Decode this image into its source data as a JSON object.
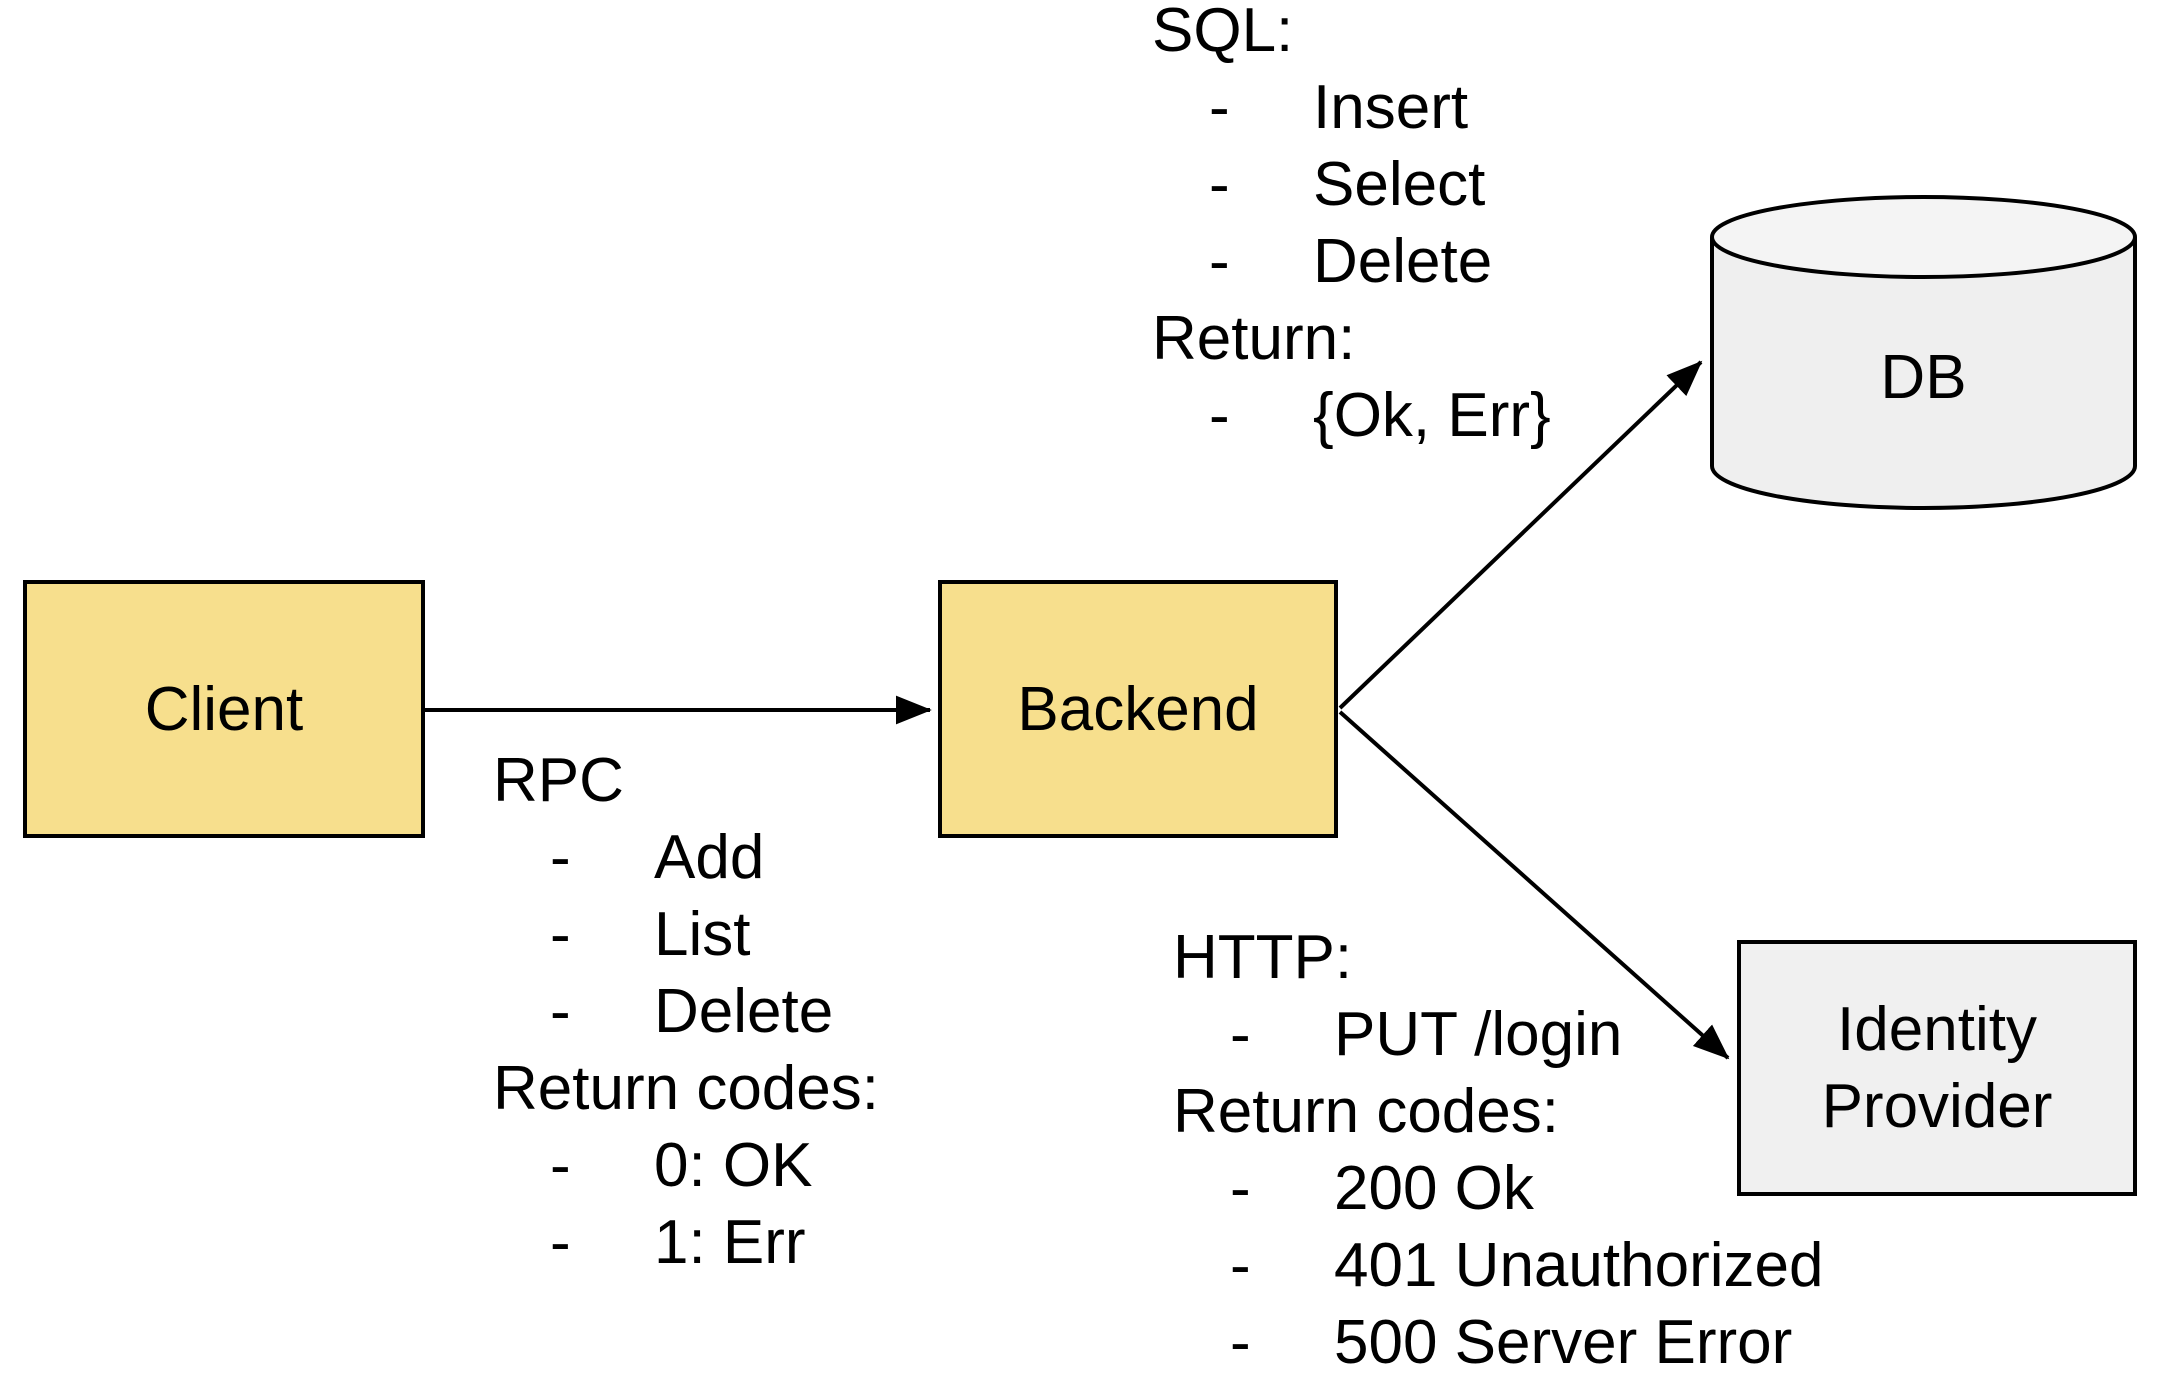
{
  "colors": {
    "node_fill_yellow": "#F7DF8D",
    "node_fill_gray": "#F0F0F0",
    "cylinder_body": "#EFEFEF",
    "cylinder_top": "#F4F4F4",
    "stroke": "#000000",
    "background": "#FFFFFF"
  },
  "nodes": {
    "client": {
      "label": "Client"
    },
    "backend": {
      "label": "Backend"
    },
    "db": {
      "label": "DB"
    },
    "identity_provider": {
      "label": "Identity Provider"
    }
  },
  "edges": [
    {
      "from": "client",
      "to": "backend",
      "annotation": "rpc"
    },
    {
      "from": "backend",
      "to": "db",
      "annotation": "sql"
    },
    {
      "from": "backend",
      "to": "identity_provider",
      "annotation": "http"
    }
  ],
  "annotations": {
    "rpc": {
      "lines": [
        {
          "marker": "",
          "text": "RPC"
        },
        {
          "marker": "-",
          "text": "Add"
        },
        {
          "marker": "-",
          "text": "List"
        },
        {
          "marker": "-",
          "text": "Delete"
        },
        {
          "marker": "",
          "text": "Return codes:"
        },
        {
          "marker": "-",
          "text": "0: OK"
        },
        {
          "marker": "-",
          "text": "1: Err"
        }
      ]
    },
    "sql": {
      "lines": [
        {
          "marker": "",
          "text": "SQL:"
        },
        {
          "marker": "-",
          "text": "Insert"
        },
        {
          "marker": "-",
          "text": "Select"
        },
        {
          "marker": "-",
          "text": "Delete"
        },
        {
          "marker": "",
          "text": "Return:"
        },
        {
          "marker": "-",
          "text": "{Ok, Err}"
        }
      ]
    },
    "http": {
      "lines": [
        {
          "marker": "",
          "text": "HTTP:"
        },
        {
          "marker": "-",
          "text": "PUT /login"
        },
        {
          "marker": "",
          "text": "Return codes:"
        },
        {
          "marker": "-",
          "text": "200 Ok"
        },
        {
          "marker": "-",
          "text": "401 Unauthorized"
        },
        {
          "marker": "-",
          "text": "500 Server Error"
        }
      ]
    }
  }
}
